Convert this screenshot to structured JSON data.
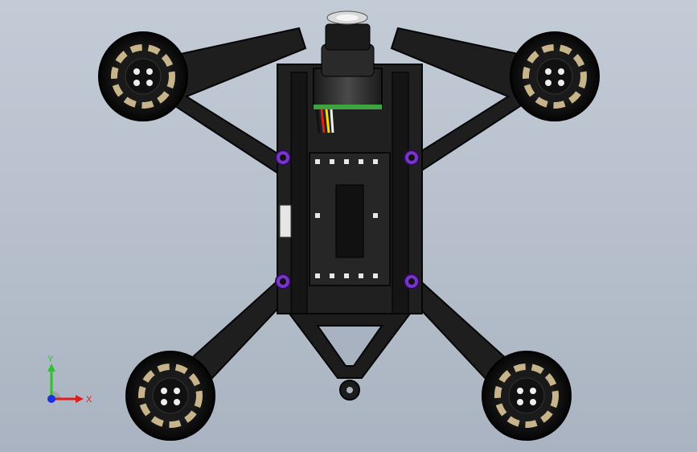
{
  "triad": {
    "x_label": "X",
    "y_label": "Y",
    "x_color": "#e01b1b",
    "y_color": "#2fbf2f",
    "z_color": "#1b2fe0"
  },
  "model": {
    "frame_color": "#222222",
    "frame_edge": "#0a0a0a",
    "standoff_color": "#7a34c9",
    "camera_lens_color": "#d9d9d9",
    "motor_count": 4,
    "icon": "quadcopter-frame-model"
  }
}
